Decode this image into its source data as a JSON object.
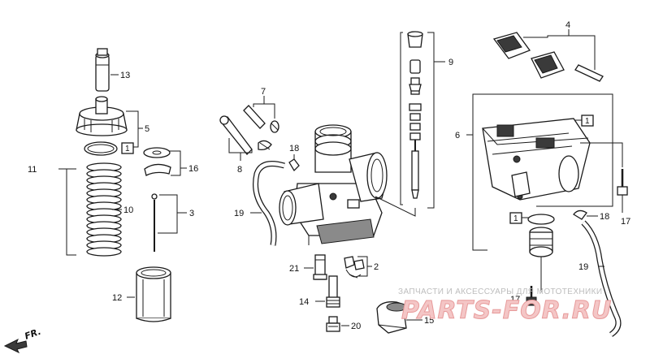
{
  "labels": {
    "p1": "1",
    "p2": "2",
    "p3": "3",
    "p4": "4",
    "p5": "5",
    "p6": "6",
    "p7": "7",
    "p8": "8",
    "p9": "9",
    "p10": "10",
    "p11": "11",
    "p12": "12",
    "p13": "13",
    "p14": "14",
    "p15": "15",
    "p16": "16",
    "p17a": "17",
    "p17b": "17",
    "p18a": "18",
    "p18b": "18",
    "p19a": "19",
    "p19b": "19",
    "p20": "20",
    "p21": "21"
  },
  "kit_boxes": {
    "b1": "1",
    "b2": "1",
    "b3": "1"
  },
  "direction_marker": "FR.",
  "watermark": {
    "caption": "ЗАПЧАСТИ И АКСЕССУАРЫ ДЛЯ МОТОТЕХНИКИ",
    "brand": "PARTS-FOR.RU"
  }
}
